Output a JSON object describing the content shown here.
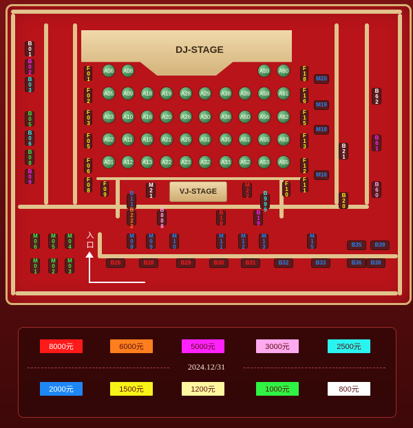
{
  "stage": {
    "dj": "DJ-STAGE",
    "vj": "VJ-STAGE"
  },
  "entrance": "入口",
  "seats": [
    "A06",
    "A08",
    "A59",
    "A60",
    "A05",
    "A09",
    "A18",
    "A19",
    "A28",
    "A29",
    "A38",
    "A39",
    "A58",
    "A61",
    "A03",
    "A10",
    "A16",
    "A20",
    "A26",
    "A30",
    "A36",
    "A50",
    "A56",
    "A62",
    "A02",
    "A11",
    "A15",
    "A21",
    "A25",
    "A31",
    "A35",
    "A51",
    "A55",
    "A63",
    "A01",
    "A12",
    "A13",
    "A22",
    "A23",
    "A32",
    "A33",
    "A52",
    "A53",
    "A65"
  ],
  "zones": {
    "b_left": [
      "B01",
      "B02",
      "B03",
      "B05",
      "B06",
      "B08",
      "B09"
    ],
    "f_left": [
      "F01",
      "F02",
      "F03",
      "F05",
      "F06",
      "F08",
      "F09"
    ],
    "f_right": [
      "F18",
      "F16",
      "F15",
      "F13",
      "F12",
      "F11",
      "F10"
    ],
    "m_right": [
      "M20",
      "M19",
      "M18",
      "M16"
    ],
    "b_right": [
      "B62",
      "B61",
      "B60",
      "B21",
      "B20"
    ],
    "vj_row": [
      "B111",
      "M21",
      "M22",
      "B999",
      "B222",
      "B888",
      "B18",
      "B19"
    ],
    "m_mid": [
      "M08",
      "M09",
      "M10",
      "M11",
      "M12",
      "M13",
      "M15"
    ],
    "m_left": [
      "M06",
      "M05",
      "M04",
      "M01",
      "M02",
      "M03"
    ],
    "b_bottom": [
      "B26",
      "B28",
      "B29",
      "B30",
      "B31",
      "B32",
      "B33",
      "B35",
      "B39",
      "B36",
      "B38"
    ]
  },
  "legend": {
    "prices": [
      "8000元",
      "6000元",
      "5000元",
      "3000元",
      "2500元",
      "2000元",
      "1500元",
      "1200元",
      "1000元",
      "800元"
    ],
    "colors": [
      "#ff1a1a",
      "#ff7f1e",
      "#ff22ff",
      "#ffa9ef",
      "#2af4f0",
      "#1e87f5",
      "#f7f218",
      "#fff7a0",
      "#2ff244",
      "#ffffff"
    ],
    "date": "2024.12/31"
  }
}
